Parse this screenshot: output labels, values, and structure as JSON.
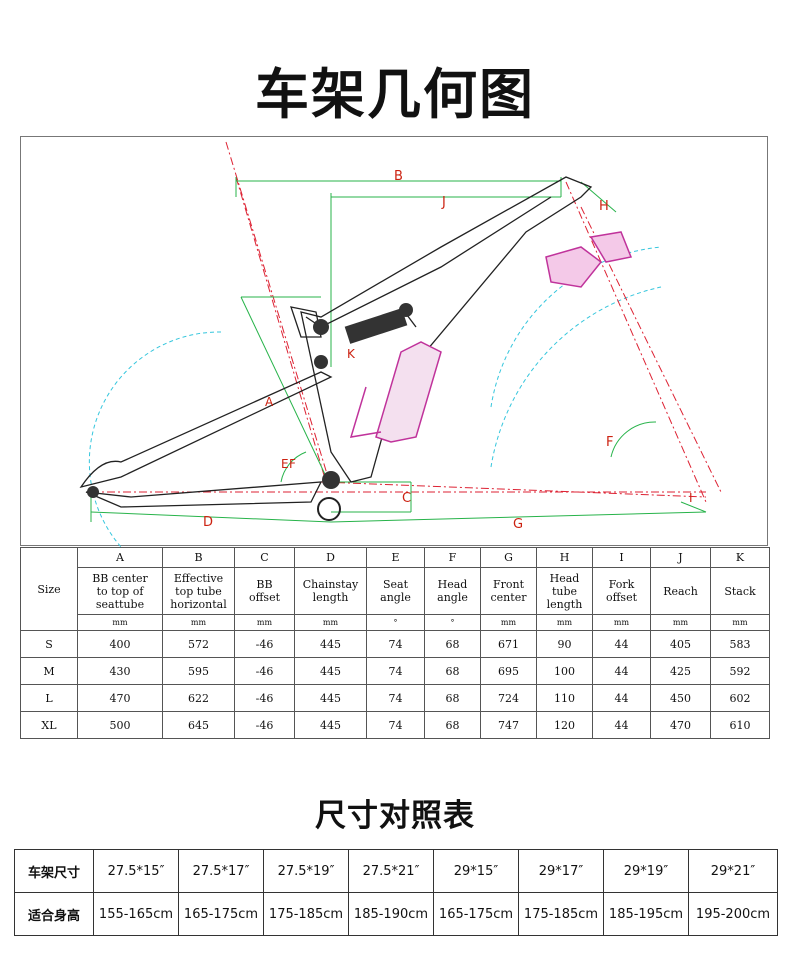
{
  "header": {
    "title": "车架几何图"
  },
  "diagram": {
    "labels": [
      "A",
      "B",
      "C",
      "D",
      "E",
      "F",
      "F",
      "G",
      "H",
      "I",
      "J",
      "K"
    ]
  },
  "geometry": {
    "size_label": "Size",
    "columns": [
      {
        "letter": "A",
        "desc": [
          "BB center",
          "to top of",
          "seattube"
        ],
        "unit": "mm"
      },
      {
        "letter": "B",
        "desc": [
          "Effective",
          "top tube",
          "horizontal"
        ],
        "unit": "mm"
      },
      {
        "letter": "C",
        "desc": [
          "BB",
          "offset"
        ],
        "unit": "mm"
      },
      {
        "letter": "D",
        "desc": [
          "Chainstay",
          "length"
        ],
        "unit": "mm"
      },
      {
        "letter": "E",
        "desc": [
          "Seat",
          "angle"
        ],
        "unit": "°"
      },
      {
        "letter": "F",
        "desc": [
          "Head",
          "angle"
        ],
        "unit": "°"
      },
      {
        "letter": "G",
        "desc": [
          "Front",
          "center"
        ],
        "unit": "mm"
      },
      {
        "letter": "H",
        "desc": [
          "Head",
          "tube",
          "length"
        ],
        "unit": "mm"
      },
      {
        "letter": "I",
        "desc": [
          "Fork",
          "offset"
        ],
        "unit": "mm"
      },
      {
        "letter": "J",
        "desc": [
          "Reach"
        ],
        "unit": "mm"
      },
      {
        "letter": "K",
        "desc": [
          "Stack"
        ],
        "unit": "mm"
      }
    ],
    "rows": [
      {
        "size": "S",
        "values": [
          "400",
          "572",
          "-46",
          "445",
          "74",
          "68",
          "671",
          "90",
          "44",
          "405",
          "583"
        ]
      },
      {
        "size": "M",
        "values": [
          "430",
          "595",
          "-46",
          "445",
          "74",
          "68",
          "695",
          "100",
          "44",
          "425",
          "592"
        ]
      },
      {
        "size": "L",
        "values": [
          "470",
          "622",
          "-46",
          "445",
          "74",
          "68",
          "724",
          "110",
          "44",
          "450",
          "602"
        ]
      },
      {
        "size": "XL",
        "values": [
          "500",
          "645",
          "-46",
          "445",
          "74",
          "68",
          "747",
          "120",
          "44",
          "470",
          "610"
        ]
      }
    ]
  },
  "size_chart": {
    "title": "尺寸对照表",
    "frame_label": "车架尺寸",
    "frame_sizes": [
      "27.5*15″",
      "27.5*17″",
      "27.5*19″",
      "27.5*21″",
      "29*15″",
      "29*17″",
      "29*19″",
      "29*21″"
    ],
    "height_label": "适合身高",
    "heights": [
      "155-165cm",
      "165-175cm",
      "175-185cm",
      "185-190cm",
      "165-175cm",
      "175-185cm",
      "185-195cm",
      "195-200cm"
    ]
  }
}
